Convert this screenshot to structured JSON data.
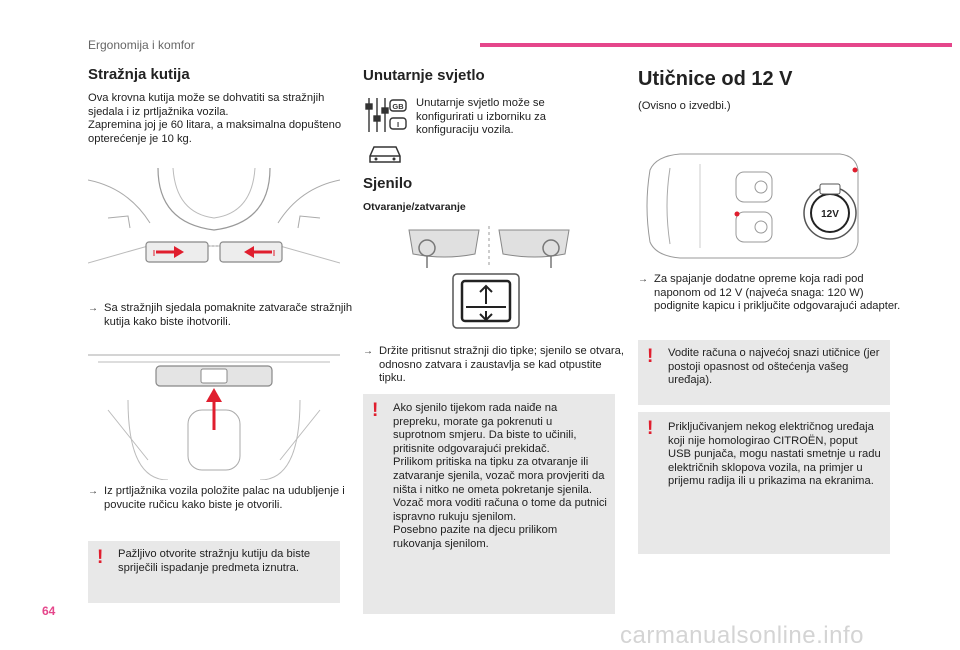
{
  "header": {
    "section": "Ergonomija i komfor",
    "accent_color": "#e5468b"
  },
  "page_number": "64",
  "watermark": "carmanualsonline.info",
  "col1": {
    "title": "Stražnja kutija",
    "intro": "Ova krovna kutija može se dohvatiti sa stražnjih sjedala i iz prtljažnika vozila.\nZapremina joj je 60 litara, a maksimalna dopušteno opterećenje je 10 kg.",
    "bullet1": "Sa stražnjih sjedala pomaknite zatvarače stražnjih kutija kako biste ihotvorili.",
    "bullet2": "Iz prtljažnika vozila položite palac na udubljenje i povucite ručicu kako biste je otvorili.",
    "warning": "Pažljivo otvorite stražnju kutiju da biste spriječili ispadanje predmeta iznutra."
  },
  "col2": {
    "title": "Unutarnje svjetlo",
    "intro": "Unutarnje svjetlo može se konfigurirati u izborniku za konfiguraciju vozila.",
    "icon_gb": "GB",
    "icon_i": "I",
    "subtitle": "Sjenilo",
    "subsubtitle": "Otvaranje/zatvaranje",
    "bullet": "Držite pritisnut stražnji dio tipke; sjenilo se otvara, odnosno zatvara i zaustavlja se kad otpustite tipku.",
    "warning": "Ako sjenilo tijekom rada naiđe na prepreku, morate ga pokrenuti u suprotnom smjeru. Da biste to učinili, pritisnite odgovarajući prekidač.\nPrilikom pritiska na tipku za otvaranje ili zatvaranje sjenila, vozač mora provjeriti da ništa i nitko ne ometa pokretanje sjenila.\nVozač mora voditi računa o tome da putnici ispravno rukuju sjenilom.\nPosebno pazite na djecu prilikom rukovanja sjenilom."
  },
  "col3": {
    "title": "Utičnice od 12 V",
    "subtitle": "(Ovisno o izvedbi.)",
    "socket_label": "12V",
    "bullet": "Za spajanje dodatne opreme koja radi pod naponom od 12 V (najveća snaga: 120 W) podignite kapicu i priključite odgovarajući adapter.",
    "warning1": "Vodite računa o najvećoj snazi utičnice (jer postoji opasnost od oštećenja vašeg uređaja).",
    "warning2": "Priključivanjem nekog električnog uređaja koji nije homologirao CITROËN, poput USB punjača, mogu nastati smetnje u radu električnih sklopova vozila, na primjer u prijemu radija ili u prikazima na ekranima."
  }
}
